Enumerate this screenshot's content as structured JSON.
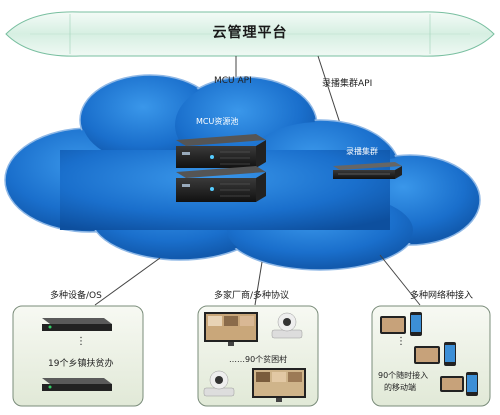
{
  "platform": {
    "title": "云管理平台"
  },
  "links": {
    "mcu_api": "MCU API",
    "record_api": "录播集群API"
  },
  "cloud": {
    "mcu_label": "MCU资源池",
    "record_label": "录播集群"
  },
  "branches": {
    "left": "多种设备/OS",
    "middle": "多家厂商/多种协议",
    "right": "多种网络种接入"
  },
  "endpoints": {
    "left_caption": "19个乡镇扶贫办",
    "left_dots": "⋮",
    "middle_caption": "……90个贫困村",
    "right_caption_line1": "90个随时接入",
    "right_caption_line2": "的移动端",
    "right_dots": "⋮"
  },
  "colors": {
    "cloud": "#1565c0",
    "cloud_highlight": "#2f8be0",
    "banner": "#dff3e8",
    "banner_edge": "#6fb79a",
    "box_border": "#7a8c7a"
  }
}
